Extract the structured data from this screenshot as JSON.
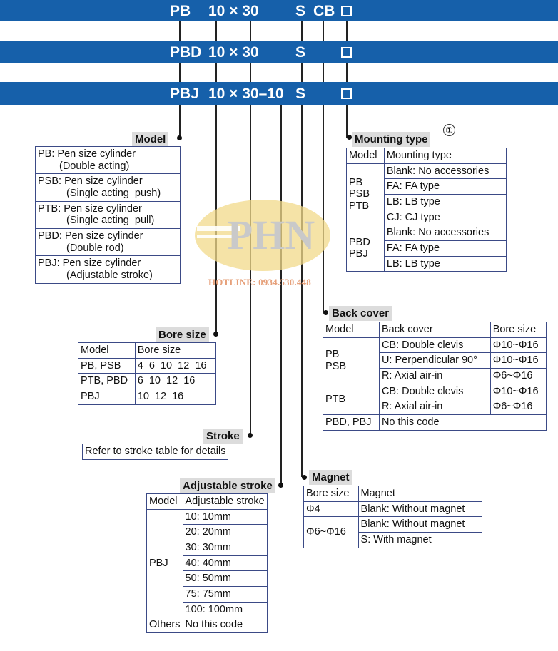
{
  "codes": {
    "row1": {
      "a": "PB",
      "b": "10 × 30",
      "c": "S",
      "d": "CB"
    },
    "row2": {
      "a": "PBD",
      "b": "10 × 30",
      "c": "S"
    },
    "row3": {
      "a": "PBJ",
      "b": "10 × 30–10",
      "c": "S"
    }
  },
  "watermark": {
    "logo_text": "PHN",
    "hotline": "HOTLINE: 0934.530.448"
  },
  "model": {
    "label": "Model",
    "rows": [
      {
        "line1": "PB: Pen size cylinder",
        "line2": "(Double acting)"
      },
      {
        "line1": "PSB: Pen size cylinder",
        "line2": "(Single acting_push)"
      },
      {
        "line1": "PTB: Pen size cylinder",
        "line2": "(Single acting_pull)"
      },
      {
        "line1": "PBD: Pen size cylinder",
        "line2": "(Double rod)"
      },
      {
        "line1": "PBJ: Pen size cylinder",
        "line2": "(Adjustable stroke)"
      }
    ]
  },
  "bore": {
    "label": "Bore size",
    "headers": [
      "Model",
      "Bore size"
    ],
    "rows": [
      [
        "PB, PSB",
        "4  6  10  12  16"
      ],
      [
        "PTB, PBD",
        "6  10  12  16"
      ],
      [
        "PBJ",
        "10  12  16"
      ]
    ]
  },
  "stroke": {
    "label": "Stroke",
    "text": "Refer to stroke table for details"
  },
  "adj": {
    "label": "Adjustable stroke",
    "headers": [
      "Model",
      "Adjustable stroke"
    ],
    "model": "PBJ",
    "values": [
      "10: 10mm",
      "20: 20mm",
      "30: 30mm",
      "40: 40mm",
      "50: 50mm",
      "75: 75mm",
      "100: 100mm"
    ],
    "others_model": "Others",
    "others_value": "No this code"
  },
  "mounting": {
    "label": "Mounting type",
    "note": "①",
    "headers": [
      "Model",
      "Mounting type"
    ],
    "g1_model": [
      "PB",
      "PSB",
      "PTB"
    ],
    "g1_types": [
      "Blank: No accessories",
      "FA: FA type",
      "LB: LB type",
      "CJ: CJ type"
    ],
    "g2_model": [
      "PBD",
      "PBJ"
    ],
    "g2_types": [
      "Blank: No accessories",
      "FA: FA type",
      "LB: LB type"
    ]
  },
  "back": {
    "label": "Back cover",
    "headers": [
      "Model",
      "Back cover",
      "Bore size"
    ],
    "g1_model": [
      "PB",
      "PSB"
    ],
    "g1_rows": [
      [
        "CB: Double clevis",
        "Φ10~Φ16"
      ],
      [
        "U: Perpendicular 90°",
        "Φ10~Φ16"
      ],
      [
        "R: Axial air-in",
        "Φ6~Φ16"
      ]
    ],
    "g2_model": "PTB",
    "g2_rows": [
      [
        "CB: Double clevis",
        "Φ10~Φ16"
      ],
      [
        "R: Axial air-in",
        "Φ6~Φ16"
      ]
    ],
    "g3_model": "PBD, PBJ",
    "g3_text": "No this code"
  },
  "magnet": {
    "label": "Magnet",
    "headers": [
      "Bore size",
      "Magnet"
    ],
    "r1": [
      "Φ4",
      "Blank: Without magnet"
    ],
    "g2_bore": "Φ6~Φ16",
    "g2_rows": [
      "Blank: Without magnet",
      "S: With magnet"
    ]
  }
}
